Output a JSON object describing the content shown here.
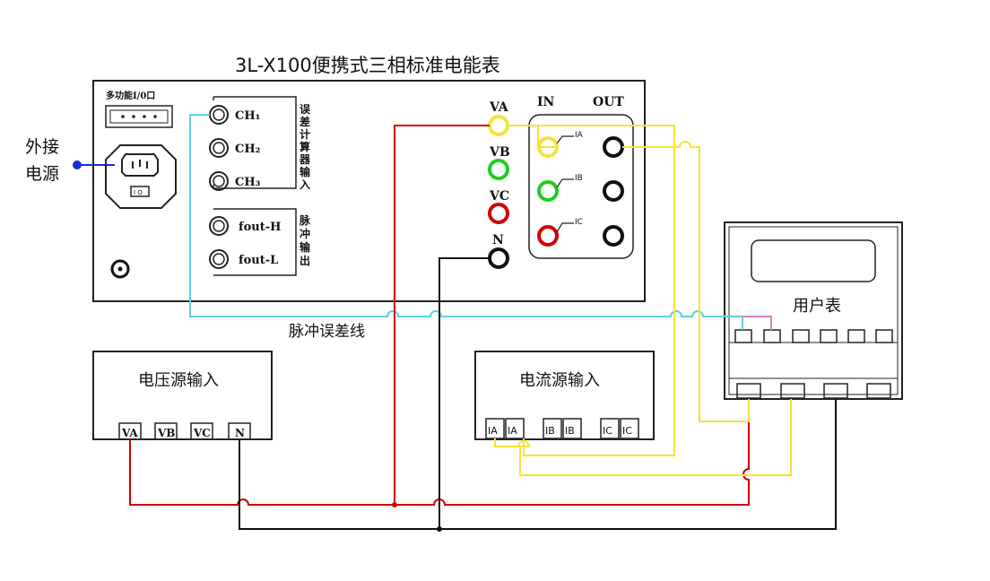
{
  "title": "3L-X100便携式三相标准电能表",
  "left_labels": {
    "external_power_line1": "外接",
    "external_power_line2": "电源"
  },
  "panel": {
    "io_port_label": "多功能I/0口",
    "ch1": "CH₁",
    "ch2": "CH₂",
    "ch3": "CH₃",
    "error_calc_input": [
      "误",
      "差",
      "计",
      "算",
      "器",
      "输",
      "入"
    ],
    "fout_h": "fout-H",
    "fout_l": "fout-L",
    "pulse_output": [
      "脉",
      "冲",
      "输",
      "出"
    ],
    "switch_label": "I O"
  },
  "voltage_terminals": {
    "va": "VA",
    "vb": "VB",
    "vc": "VC",
    "n": "N"
  },
  "current_terminals": {
    "in_label": "IN",
    "out_label": "OUT",
    "ia": "IA",
    "ib": "IB",
    "ic": "IC"
  },
  "pulse_error_line_label": "脉冲误差线",
  "user_meter": {
    "label": "用户表"
  },
  "voltage_source": {
    "label": "电压源输入",
    "terminals": [
      "VA",
      "VB",
      "VC",
      "N"
    ]
  },
  "current_source": {
    "label": "电流源输入",
    "terminals": [
      "IA",
      "IA",
      "IB",
      "IB",
      "IC",
      "IC"
    ]
  },
  "colors": {
    "phase_a_red": "#d40000",
    "neutral_black": "#111111",
    "current_yellow": "#f5e33a",
    "pulse_cyan": "#5fd0e0",
    "pink": "#e080c0",
    "green": "#22cc22"
  }
}
